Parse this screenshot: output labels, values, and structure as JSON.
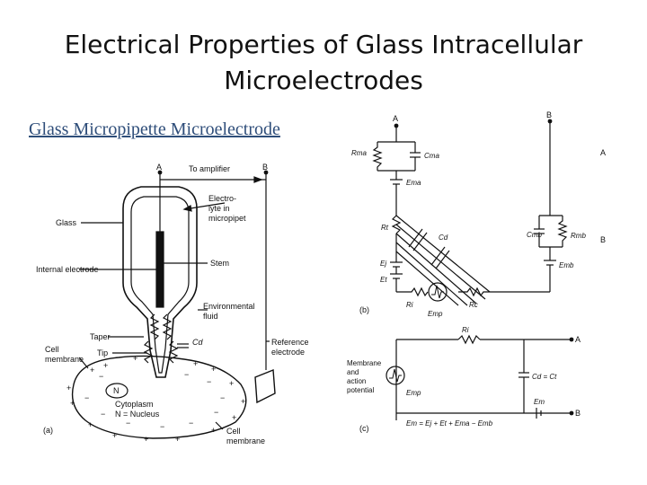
{
  "title": {
    "line1": "Electrical Properties of Glass Intracellular",
    "line2": "Microelectrodes"
  },
  "subtitle": "Glass Micropipette Microelectrode",
  "panel_a": {
    "tag": "(a)",
    "a": "A",
    "b": "B",
    "to_amplifier": "To amplifier",
    "glass": "Glass",
    "electrolyte": [
      "Electro-",
      "lyte in",
      "micropipet"
    ],
    "internal_electrode": "Internal electrode",
    "stem": "Stem",
    "environmental_fluid": [
      "Environmental",
      "fluid"
    ],
    "taper": "Taper",
    "tip": "Tip",
    "cd": "Cd",
    "reference_electrode": [
      "Reference",
      "electrode"
    ],
    "cell_membrane_left": [
      "Cell",
      "membrane"
    ],
    "nucleus_symbol": "N",
    "cytoplasm": "Cytoplasm",
    "nucleus_legend": "N = Nucleus",
    "cell_membrane_bottom": [
      "Cell",
      "membrane"
    ]
  },
  "panel_b": {
    "tag": "(b)",
    "a": "A",
    "b": "B",
    "a_right": "A",
    "b_right": "B",
    "rma": "Rma",
    "cma": "Cma",
    "ema": "Ema",
    "rt": "Rt",
    "cd": "Cd",
    "cmb": "Cmb",
    "rmb": "Rmb",
    "emb": "Emb",
    "ej": "Ej",
    "et": "Et",
    "ri": "Ri",
    "rc": "Rc",
    "emp": "Emp"
  },
  "panel_c": {
    "tag": "(c)",
    "ri": "Ri",
    "a": "A",
    "b": "B",
    "membrane_label": [
      "Membrane",
      "and",
      "action",
      "potential"
    ],
    "emp": "Emp",
    "cd_ct": "Cd = Ct",
    "em": "Em",
    "equation": "Em = Ej + Et + Ema − Emb"
  }
}
